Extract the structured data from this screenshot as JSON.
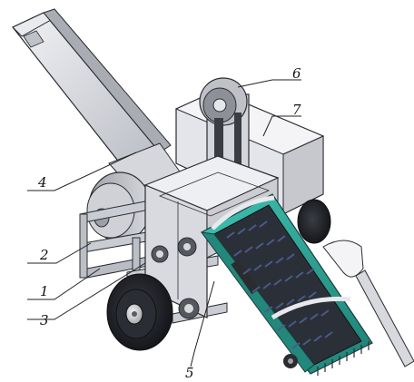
{
  "callouts": [
    {
      "id": "1",
      "label": "1"
    },
    {
      "id": "2",
      "label": "2"
    },
    {
      "id": "3",
      "label": "3"
    },
    {
      "id": "4",
      "label": "4"
    },
    {
      "id": "5",
      "label": "5"
    },
    {
      "id": "6",
      "label": "6"
    },
    {
      "id": "7",
      "label": "7"
    }
  ],
  "colors": {
    "frame": "#c9ccd3",
    "housing": "#dfe0e6",
    "conveyor_frame": "#2ea89a",
    "conveyor_belt": "#2b3038",
    "tine": "#4a5a8a",
    "wheel": "#1b1d22",
    "outline": "#2a2c30"
  }
}
